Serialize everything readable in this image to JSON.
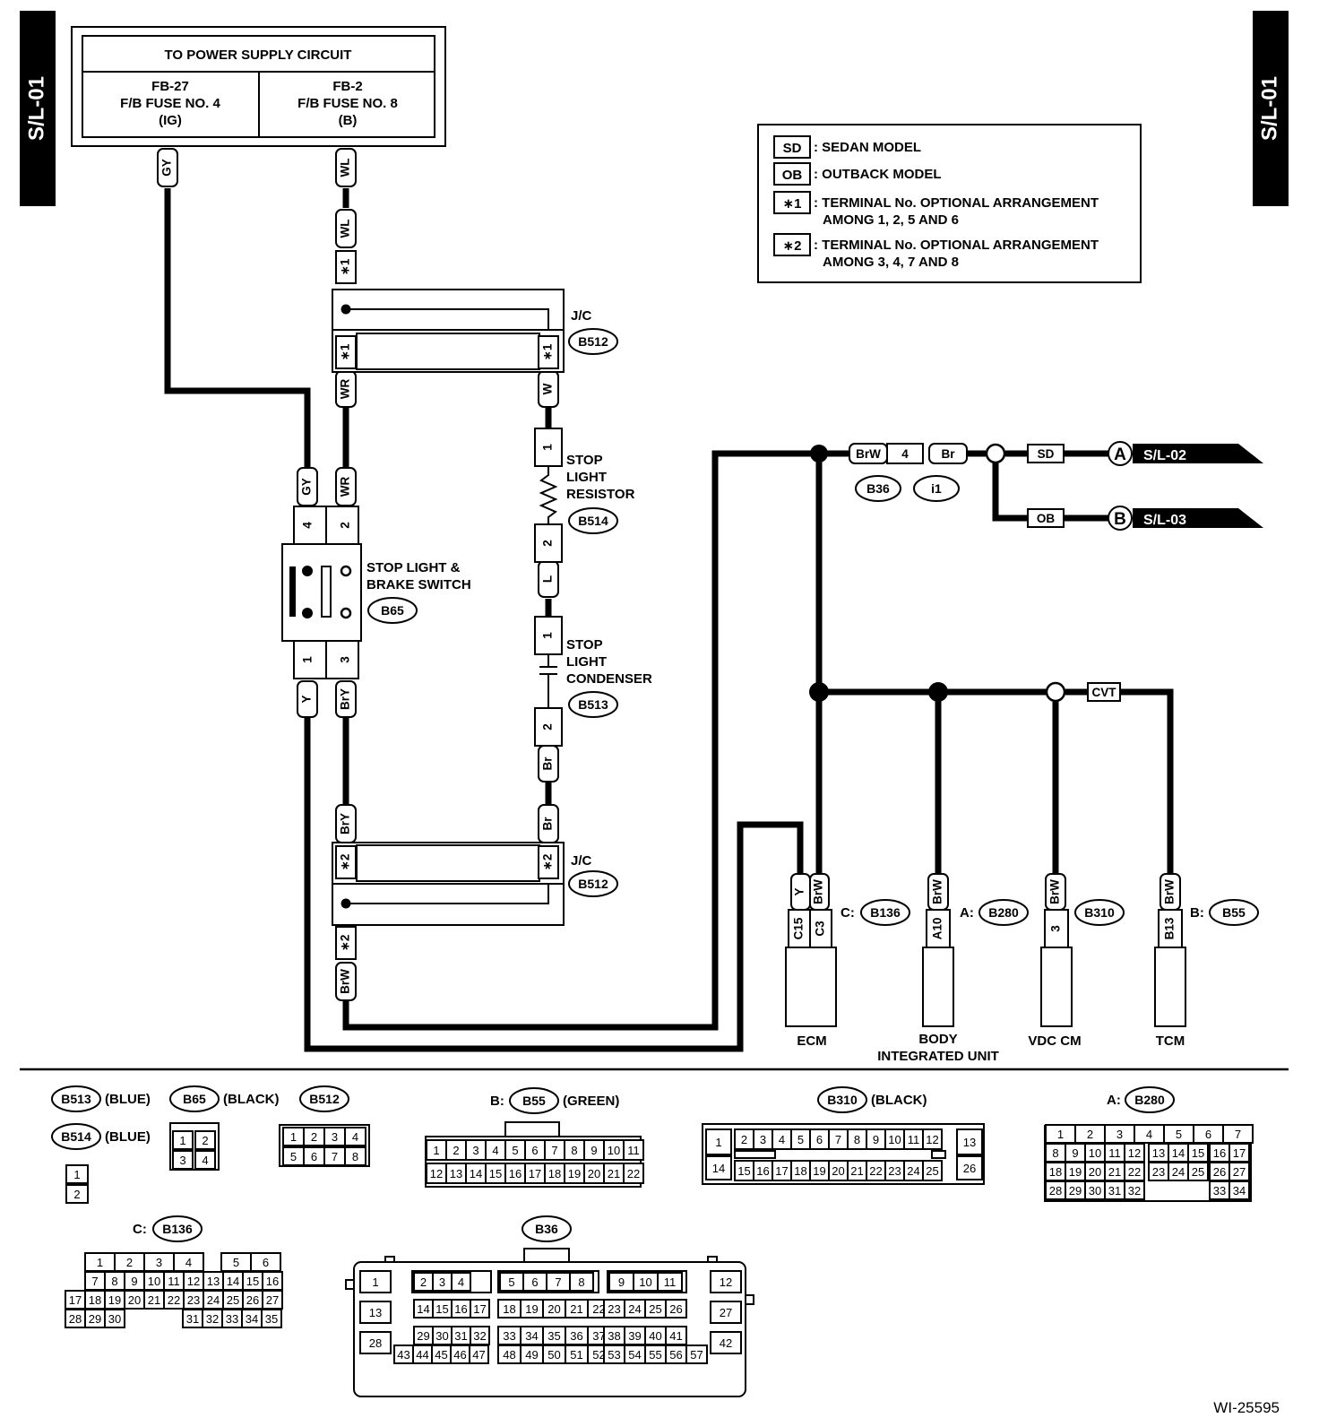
{
  "side_tab": "S/L-01",
  "power": {
    "title": "TO POWER SUPPLY CIRCUIT",
    "left": {
      "line1": "FB-27",
      "line2": "F/B FUSE NO. 4",
      "line3": "(IG)"
    },
    "right": {
      "line1": "FB-2",
      "line2": "F/B FUSE NO. 8",
      "line3": "(B)"
    }
  },
  "legend": [
    {
      "tag": "SD",
      "text": ": SEDAN MODEL",
      "text2": ""
    },
    {
      "tag": "OB",
      "text": ": OUTBACK MODEL",
      "text2": ""
    },
    {
      "tag": "∗1",
      "text": ": TERMINAL No. OPTIONAL ARRANGEMENT",
      "text2": "AMONG 1, 2, 5 AND 6"
    },
    {
      "tag": "∗2",
      "text": ": TERMINAL No. OPTIONAL ARRANGEMENT",
      "text2": "AMONG 3, 4, 7 AND 8"
    }
  ],
  "wires": {
    "gy": "GY",
    "wl": "WL",
    "wr": "WR",
    "w": "W",
    "l": "L",
    "br": "Br",
    "bry": "BrY",
    "y": "Y",
    "brw": "BrW",
    "cvt": "CVT",
    "sd": "SD",
    "ob": "OB",
    "star1": "∗1",
    "star2": "∗2"
  },
  "components": {
    "jc": "J/C",
    "b512": "B512",
    "resistor": {
      "line1": "STOP",
      "line2": "LIGHT",
      "line3": "RESISTOR",
      "conn": "B514"
    },
    "condenser": {
      "line1": "STOP",
      "line2": "LIGHT",
      "line3": "CONDENSER",
      "conn": "B513"
    },
    "switch": {
      "line1": "STOP LIGHT &",
      "line2": "BRAKE SWITCH",
      "conn": "B65"
    },
    "b36": "B36",
    "i1": "i1",
    "pin4": "4",
    "ecm": "ECM",
    "body1": "BODY",
    "body2": "INTEGRATED UNIT",
    "vdc": "VDC CM",
    "tcm": "TCM",
    "ecm_conn_prefix": "C:",
    "ecm_conn": "B136",
    "body_conn_prefix": "A:",
    "body_conn": "B280",
    "vdc_conn": "B310",
    "tcm_conn_prefix": "B:",
    "tcm_conn": "B55",
    "ecm_pins": [
      "C15",
      "C3"
    ],
    "body_pin": "A10",
    "vdc_pin": "3",
    "tcm_pin": "B13",
    "switch_pins": [
      "4",
      "2",
      "1",
      "3"
    ],
    "resistor_pins": [
      "1",
      "2"
    ],
    "condenser_pins": [
      "1",
      "2"
    ]
  },
  "destinations": [
    {
      "letter": "A",
      "label": "S/L-02"
    },
    {
      "letter": "B",
      "label": "S/L-03"
    }
  ],
  "connector_views": {
    "b513": {
      "name": "B513",
      "color": "(BLUE)"
    },
    "b514": {
      "name": "B514",
      "color": "(BLUE)"
    },
    "b65": {
      "name": "B65",
      "color": "(BLACK)"
    },
    "b512": {
      "name": "B512"
    },
    "b55": {
      "prefix": "B:",
      "name": "B55",
      "color": "(GREEN)"
    },
    "b310": {
      "name": "B310",
      "color": "(BLACK)"
    },
    "b280": {
      "prefix": "A:",
      "name": "B280"
    },
    "b136": {
      "prefix": "C:",
      "name": "B136"
    },
    "b36": {
      "name": "B36"
    }
  },
  "figure_id": "WI-25595"
}
